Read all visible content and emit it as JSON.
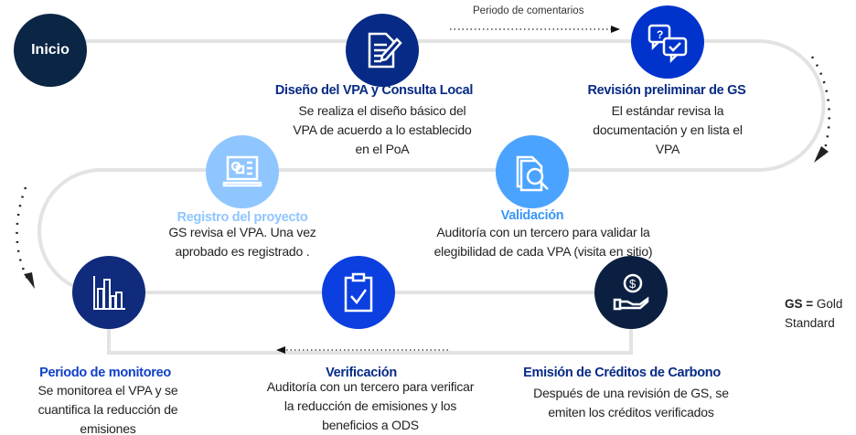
{
  "start": {
    "label": "Inicio"
  },
  "comment_period": "Periodo de comentarios",
  "steps": [
    {
      "title": "Diseño del VPA y Consulta Local",
      "desc": "Se realiza el diseño básico del VPA de acuerdo a lo establecido en el PoA",
      "icon": "document-pen-icon",
      "color": "#062a85"
    },
    {
      "title": "Revisión preliminar de GS",
      "desc": "El estándar revisa la documentación y en lista el VPA",
      "icon": "chat-question-check-icon",
      "color": "#0033cc"
    },
    {
      "title": "Validación",
      "desc": "Auditoría con un tercero para validar la elegibilidad de cada VPA (visita en sitio)",
      "icon": "documents-search-icon",
      "color": "#4aa3ff"
    },
    {
      "title": "Registro del proyecto",
      "desc": "GS revisa el VPA. Una vez aprobado es registrado .",
      "icon": "laptop-register-icon",
      "color": "#8fc6ff"
    },
    {
      "title": "Periodo de monitoreo",
      "desc": "Se monitorea el VPA y se cuantifica la reducción de emisiones",
      "icon": "bar-chart-icon",
      "color": "#102a7c"
    },
    {
      "title": "Verificación",
      "desc": "Auditoría con un tercero para verificar la reducción de emisiones y los beneficios a ODS",
      "icon": "clipboard-check-icon",
      "color": "#0b3fe0"
    },
    {
      "title": "Emisión de Créditos de Carbono",
      "desc": "Después de una revisión de GS, se emiten los créditos verificados",
      "icon": "hand-coin-icon",
      "color": "#0b2040"
    }
  ],
  "legend": {
    "abbr": "GS =",
    "meaning": "Gold Standard"
  },
  "colors": {
    "start": "#0b2545",
    "path": "#e3e3e3"
  }
}
